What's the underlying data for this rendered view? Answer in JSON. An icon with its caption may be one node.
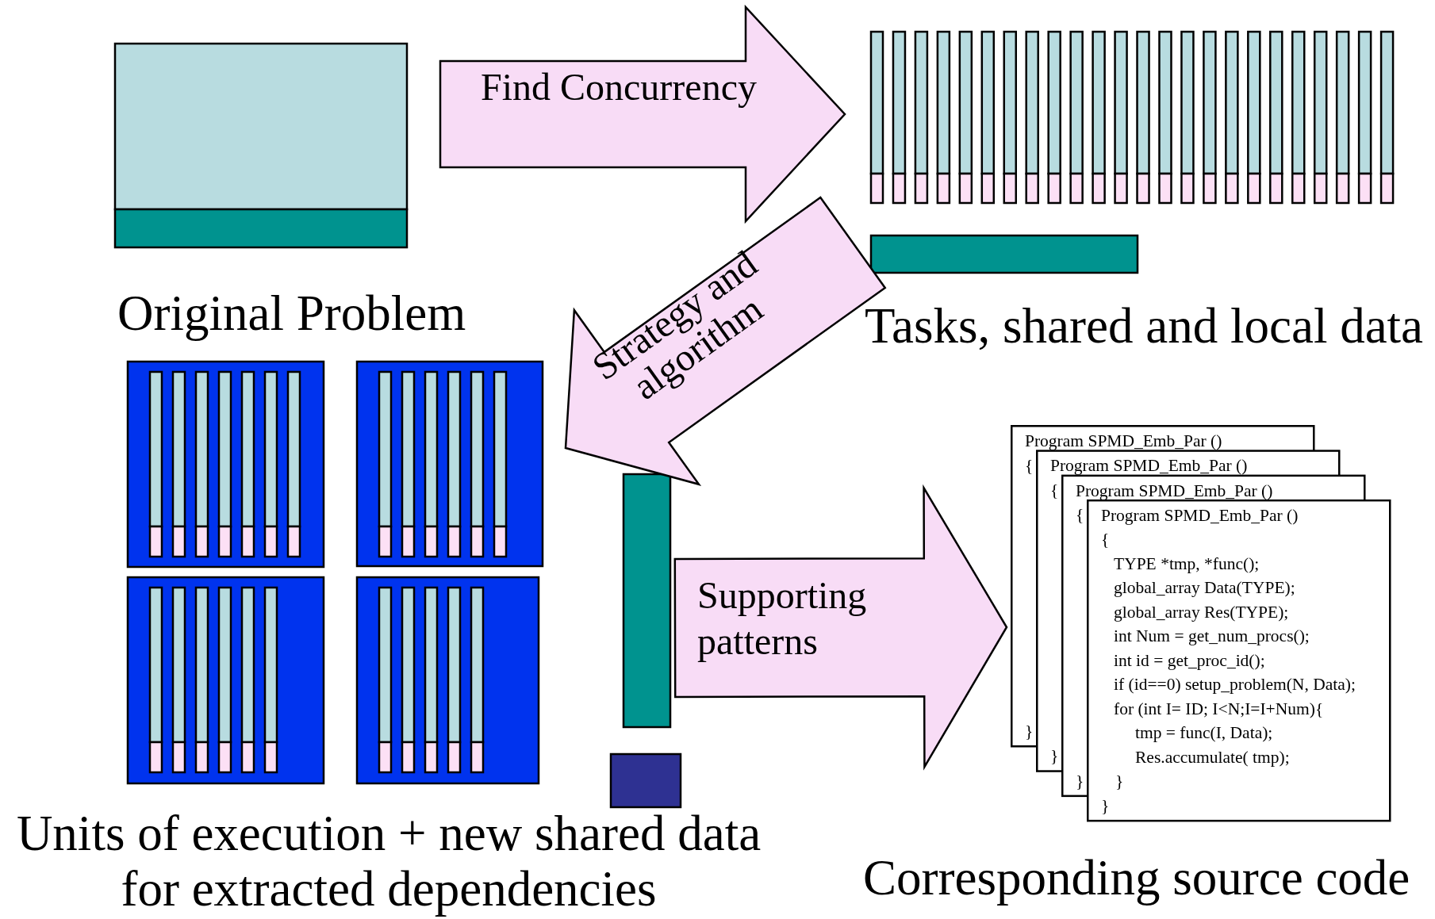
{
  "diagram": {
    "nodes": [
      {
        "text": [
          "Original Problem"
        ]
      },
      {
        "text": [
          "Tasks, shared and local data"
        ]
      },
      {
        "text": [
          "Units of execution + new shared data for extracted dependencies"
        ]
      },
      {
        "text": [
          "Program SPMD_Emb_Par ()",
          "{",
          "Program SPMD_Emb_Par ()",
          "{",
          "Program SPMD_Emb_Par ()",
          "{",
          "Program SPMD_Emb_Par ()",
          "{",
          "TYPE *tmp, *func();",
          "global_array Data(TYPE);",
          "global_array Res(TYPE);",
          "int Num = get_num_procs();",
          "int id = get_proc_id();",
          "if (id==0) setup_problem(N, Data);",
          "for (int I= ID; I<N;I=I+Num){",
          "tmp = func(I, Data);",
          "Res.accumulate( tmp);",
          "}",
          "}",
          "}",
          "}",
          "}",
          "Corresponding source code"
        ]
      }
    ],
    "edges": [
      {
        "from": 0,
        "to": 1,
        "arrow": "to",
        "label": "Find Concurrency"
      },
      {
        "from": 1,
        "to": 2,
        "arrow": "to",
        "label": "Strategy and algorithm"
      },
      {
        "from": 2,
        "to": 3,
        "arrow": "to",
        "label": "Supporting patterns"
      }
    ]
  }
}
